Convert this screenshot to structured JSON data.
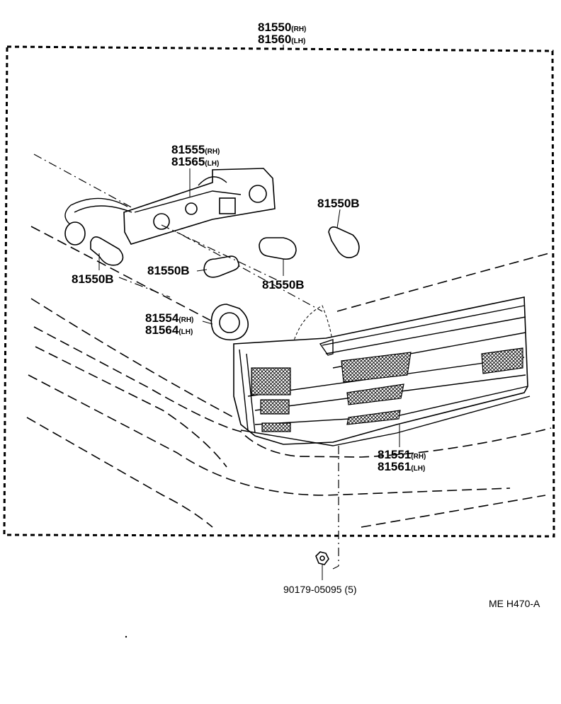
{
  "diagram": {
    "reference": "ME H470-A",
    "labels": {
      "assembly": {
        "main": "81550",
        "main_sfx": "(RH)",
        "alt": "81560",
        "alt_sfx": "(LH)"
      },
      "socket": {
        "main": "81555",
        "main_sfx": "(RH)",
        "alt": "81565",
        "alt_sfx": "(LH)"
      },
      "bulb_a": "81550B",
      "bulb_b": "81550B",
      "bulb_c": "81550B",
      "bulb_d": "81550B",
      "gasket": {
        "main": "81554",
        "main_sfx": "(RH)",
        "alt": "81564",
        "alt_sfx": "(LH)"
      },
      "lens": {
        "main": "81551",
        "main_sfx": "(RH)",
        "alt": "81561",
        "alt_sfx": "(LH)"
      },
      "nut": "90179-05095 (5)"
    }
  }
}
